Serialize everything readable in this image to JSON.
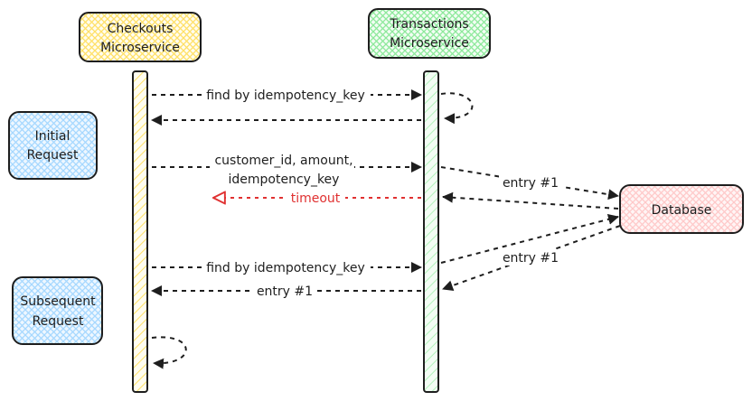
{
  "participants": {
    "checkouts": {
      "line1": "Checkouts",
      "line2": "Microservice"
    },
    "transactions": {
      "line1": "Transactions",
      "line2": "Microservice"
    },
    "database": {
      "label": "Database"
    },
    "initial_request": {
      "line1": "Initial",
      "line2": "Request"
    },
    "subsequent_request": {
      "line1": "Subsequent",
      "line2": "Request"
    }
  },
  "messages": {
    "find1": "find by idempotency_key",
    "create_line1": "customer_id, amount,",
    "create_line2": "idempotency_key",
    "timeout": "timeout",
    "db_write": "entry #1",
    "find2": "find by idempotency_key",
    "db_read": "entry #1",
    "return_entry": "entry #1"
  },
  "colors": {
    "ink": "#1e1e1e",
    "checkouts_fill": "#ffec99",
    "transactions_fill": "#b2f2bb",
    "database_fill": "#ffc9c9",
    "request_fill": "#a5d8ff",
    "timeout": "#e03131"
  }
}
